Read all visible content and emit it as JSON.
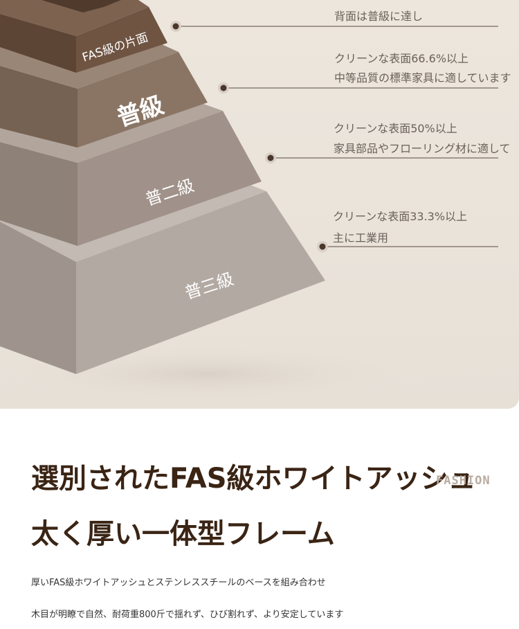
{
  "pyramid": {
    "tiers": [
      {
        "label": "FAS級の片面"
      },
      {
        "label": "普級"
      },
      {
        "label": "普二級"
      },
      {
        "label": "普三級"
      }
    ],
    "descriptions": [
      {
        "line1": "背面は普級に達し"
      },
      {
        "line1": "クリーンな表面66.6%以上",
        "line2": "中等品質の標準家具に適しています"
      },
      {
        "line1": "クリーンな表面50%以上",
        "line2": "家具部品やフローリング材に適して"
      },
      {
        "line1": "クリーンな表面33.3%以上",
        "line2": "主に工業用"
      }
    ],
    "colors": {
      "tier1": "#6f5442",
      "tier2": "#8a7565",
      "tier3": "#a0928a",
      "tier4": "#b3a9a3",
      "marker": "#4a372c"
    }
  },
  "feature": {
    "headline1": "選別されたFAS級ホワイトアッシュ",
    "headline2": "太く厚い一体型フレーム",
    "watermark": "FASHION",
    "body1": "厚いFAS級ホワイトアッシュとステンレススチールのベースを組み合わせ",
    "body2": "木目が明瞭で自然、耐荷重800斤で揺れず、ひび割れず、より安定しています"
  }
}
